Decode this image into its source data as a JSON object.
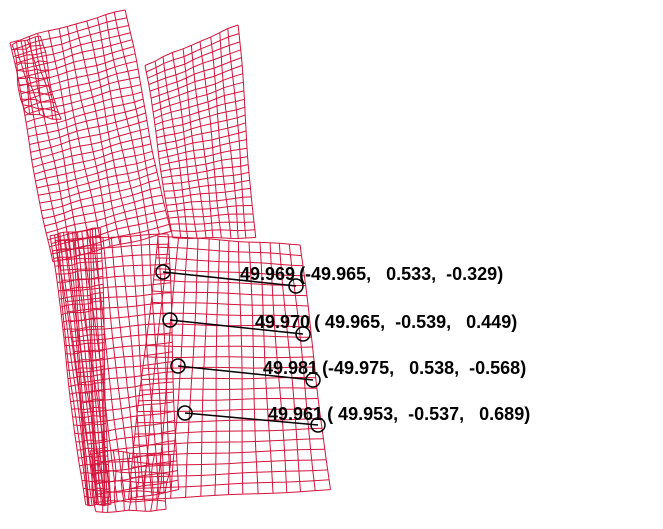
{
  "mesh": {
    "line_color": "#d4143c",
    "annotation_color": "#000000",
    "background": "#ffffff"
  },
  "measurements": [
    {
      "distance": "49.969",
      "vector": "(-49.965,   0.533,  -0.329)"
    },
    {
      "distance": "49.970",
      "vector": "( 49.965,  -0.539,   0.449)"
    },
    {
      "distance": "49.981",
      "vector": "(-49.975,   0.538,  -0.568)"
    },
    {
      "distance": "49.961",
      "vector": "( 49.953,  -0.537,   0.689)"
    }
  ]
}
